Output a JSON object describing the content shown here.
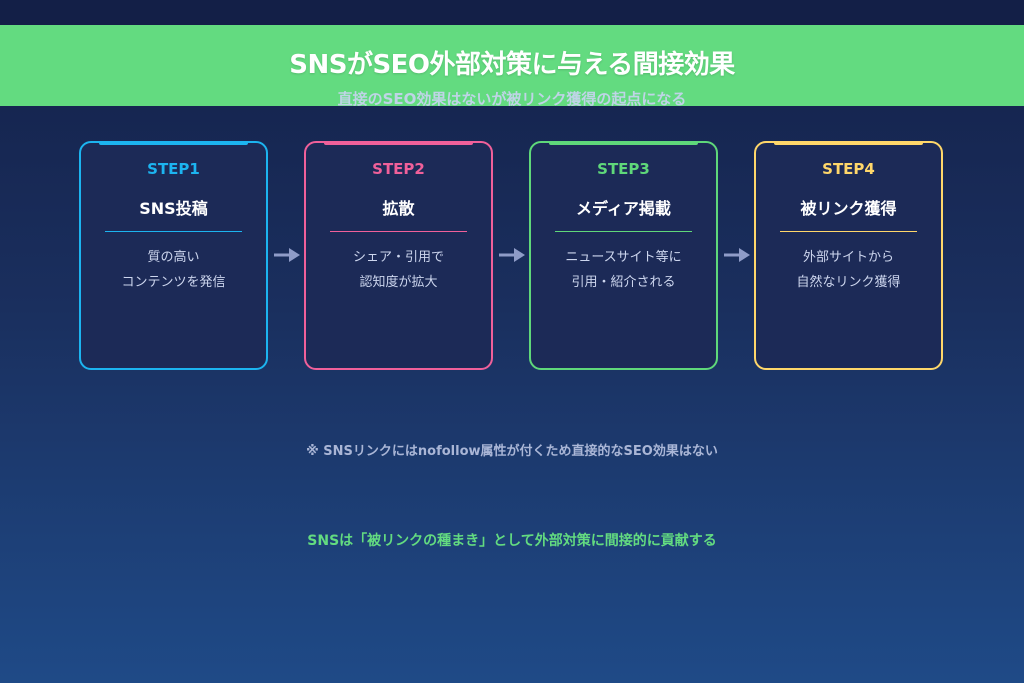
{
  "header": {
    "title": "SNSがSEO外部対策に与える間接効果",
    "subtitle": "直接のSEO効果はないが被リンク獲得の起点になる"
  },
  "steps": [
    {
      "step": "STEP1",
      "name": "SNS投稿",
      "desc_line1": "質の高い",
      "desc_line2": "コンテンツを発信",
      "color": "#1cb4f0"
    },
    {
      "step": "STEP2",
      "name": "拡散",
      "desc_line1": "シェア・引用で",
      "desc_line2": "認知度が拡大",
      "color": "#f0609a"
    },
    {
      "step": "STEP3",
      "name": "メディア掲載",
      "desc_line1": "ニュースサイト等に",
      "desc_line2": "引用・紹介される",
      "color": "#5fd87a"
    },
    {
      "step": "STEP4",
      "name": "被リンク獲得",
      "desc_line1": "外部サイトから",
      "desc_line2": "自然なリンク獲得",
      "color": "#ffd76a"
    }
  ],
  "note": "※ SNSリンクにはnofollow属性が付くため直接的なSEO効果はない",
  "conclusion": "SNSは「被リンクの種まき」として外部対策に間接的に貢献する",
  "colors": {
    "banner": "#63db80",
    "arrow": "#8f9cc8",
    "conclusion": "#63db80"
  },
  "icons": [
    "arrow-right-icon"
  ]
}
